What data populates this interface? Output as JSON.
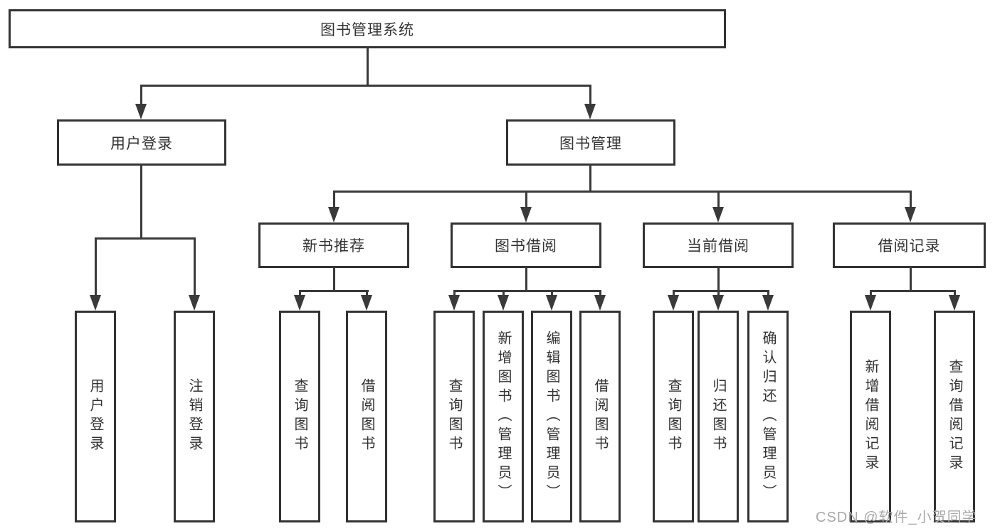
{
  "diagram": {
    "tree": {
      "root": "图书管理系统",
      "children": [
        {
          "label": "用户登录",
          "children": [
            "用户登录",
            "注销登录"
          ]
        },
        {
          "label": "图书管理",
          "children": [
            {
              "label": "新书推荐",
              "children": [
                "查询图书",
                "借阅图书"
              ]
            },
            {
              "label": "图书借阅",
              "children": [
                "查询图书",
                "新增图书（管理员）",
                "编辑图书（管理员）",
                "借阅图书"
              ]
            },
            {
              "label": "当前借阅",
              "children": [
                "查询图书",
                "归还图书",
                "确认归还（管理员）"
              ]
            },
            {
              "label": "借阅记录",
              "children": [
                "新增借阅记录",
                "查询借阅记录"
              ]
            }
          ]
        }
      ]
    },
    "colors": {
      "line": "#3a3a3a",
      "box_border": "#333333",
      "text": "#333333",
      "watermark": "#a8a8a8",
      "background": "#ffffff"
    }
  },
  "watermark": {
    "text": "CSDN @软件_小贺同学"
  }
}
